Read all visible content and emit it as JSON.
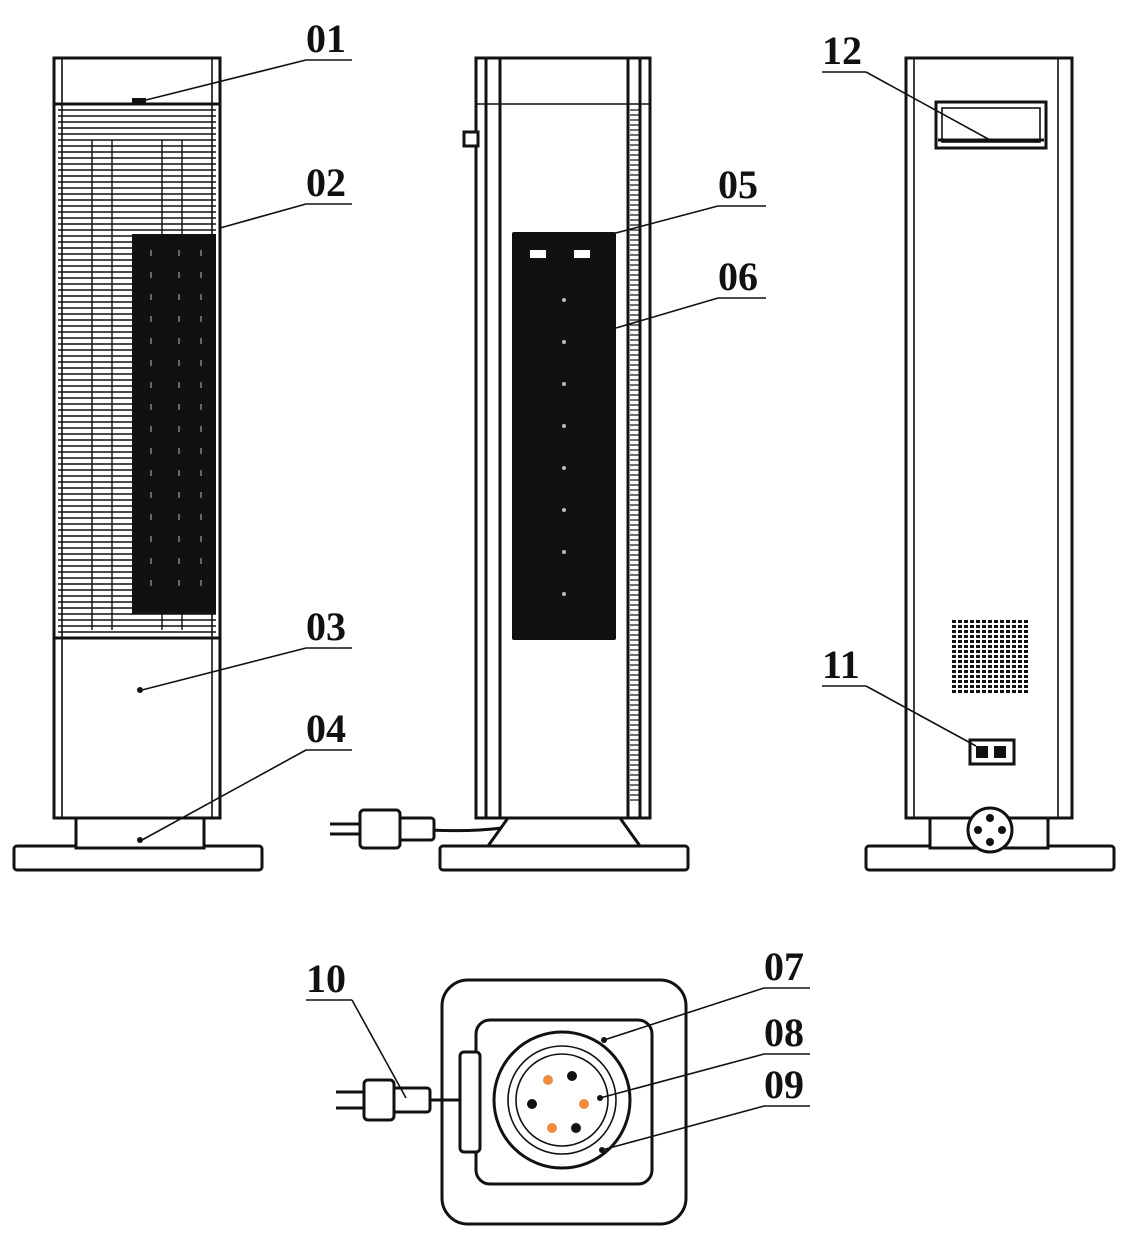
{
  "labels": {
    "l01": "01",
    "l02": "02",
    "l03": "03",
    "l04": "04",
    "l05": "05",
    "l06": "06",
    "l07": "07",
    "l08": "08",
    "l09": "09",
    "l10": "10",
    "l11": "11",
    "l12": "12"
  },
  "colors": {
    "line": "#111111",
    "panel": "#111111",
    "indicator": "#f08a3c",
    "background": "#ffffff"
  }
}
